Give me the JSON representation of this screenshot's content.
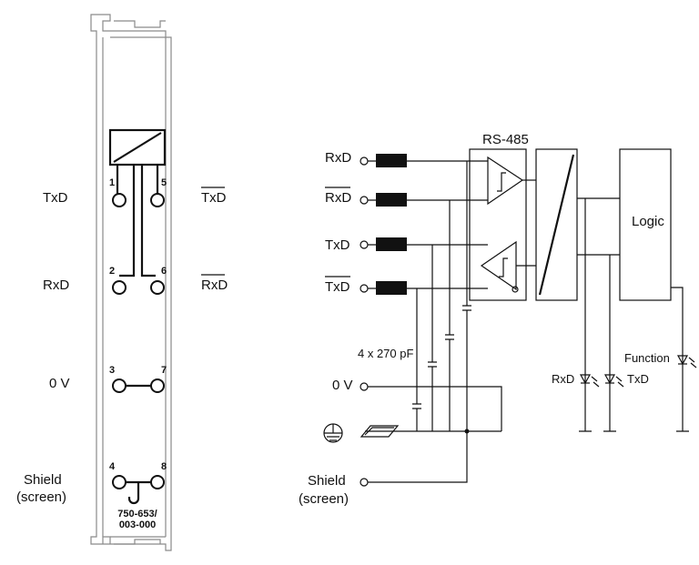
{
  "module": {
    "part_number_line1": "750-653/",
    "part_number_line2": "003-000",
    "pins": [
      "1",
      "5",
      "2",
      "6",
      "3",
      "7",
      "4",
      "8"
    ],
    "left_labels": {
      "txd": "TxD",
      "rxd": "RxD",
      "zero_v": "0 V",
      "shield_line1": "Shield",
      "shield_line2": "(screen)"
    },
    "right_labels": {
      "txd_bar": "TxD",
      "rxd_bar": "RxD"
    }
  },
  "schematic": {
    "inputs": {
      "rxd": "RxD",
      "rxd_bar": "RxD",
      "txd": "TxD",
      "txd_bar": "TxD",
      "zero_v": "0 V",
      "shield_line1": "Shield",
      "shield_line2": "(screen)"
    },
    "rs485_label": "RS-485",
    "logic_label": "Logic",
    "capacitors_label": "4 x 270 pF",
    "leds": {
      "rxd": "RxD",
      "txd": "TxD",
      "function": "Function"
    }
  }
}
